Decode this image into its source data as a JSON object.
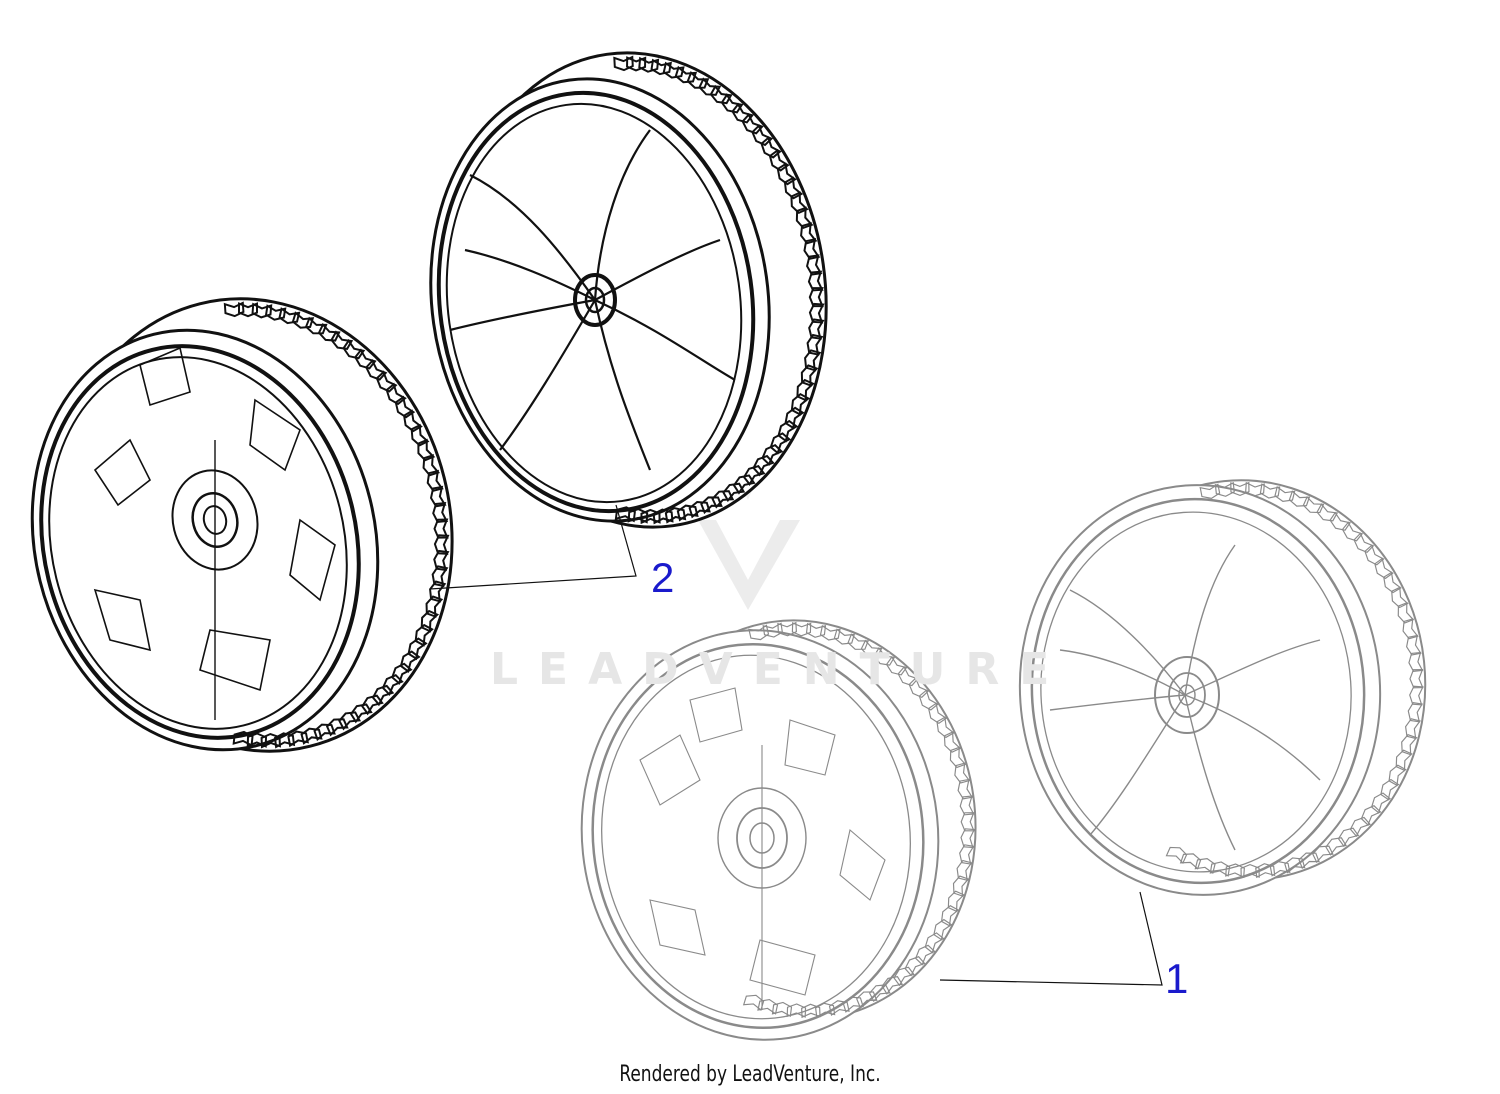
{
  "colors": {
    "line_dark": "#111111",
    "line_light": "#8a8a8a",
    "callout_text": "#1a1acc",
    "watermark": "#e6e6e6",
    "background": "#ffffff"
  },
  "callouts": [
    {
      "id": "callout-2",
      "label": "2"
    },
    {
      "id": "callout-1",
      "label": "1"
    }
  ],
  "watermark": {
    "text": "LEADVENTURE",
    "icon": "leadventure-logo-icon"
  },
  "footer": {
    "credit": "Rendered by LeadVenture, Inc."
  }
}
